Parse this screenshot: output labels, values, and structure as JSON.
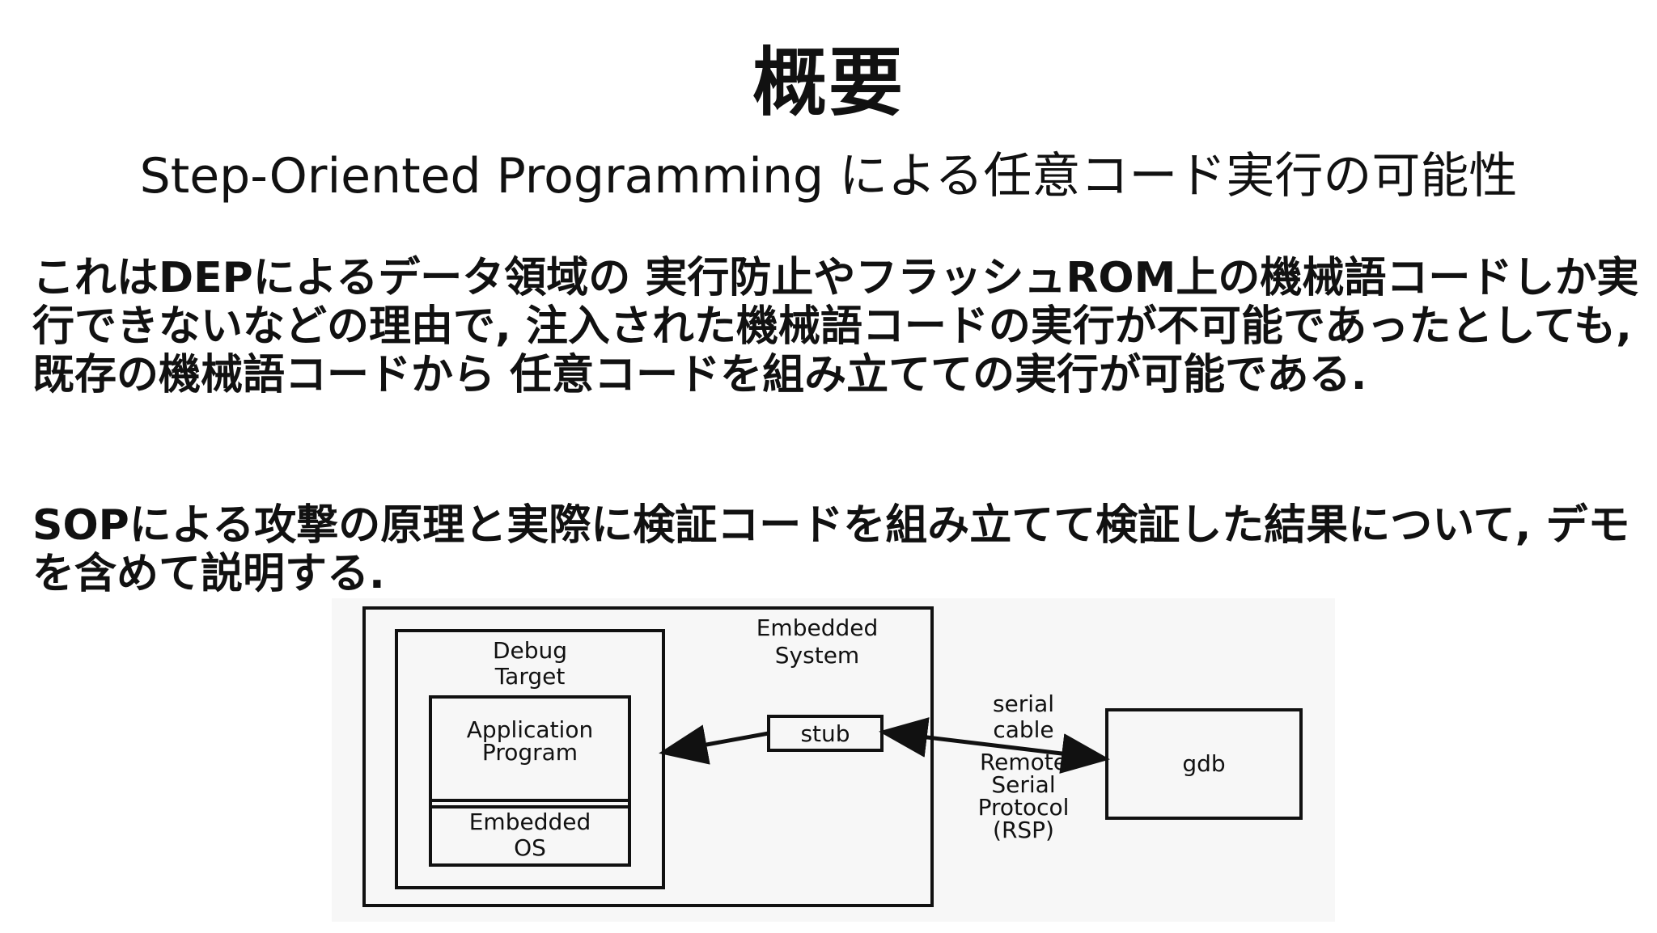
{
  "slide": {
    "title": "概要",
    "subtitle": "Step-Oriented Programming による任意コード実行の可能性",
    "paragraphs": [
      "これはDEPによるデータ領域の 実行防止やフラッシュROM上の機械語コードしか実行できないなどの理由で, 注入された機械語コードの実行が不可能であったとしても, 既存の機械語コードから 任意コードを組み立てての実行が可能である.",
      "SOPによる攻撃の原理と実際に検証コードを組み立てて検証した結果について, デモを含めて説明する."
    ]
  },
  "diagram": {
    "embedded_system": [
      "Embedded",
      "System"
    ],
    "debug_target": [
      "Debug",
      "Target"
    ],
    "application_program": [
      "Application",
      "Program"
    ],
    "embedded_os": [
      "Embedded",
      "OS"
    ],
    "stub": "stub",
    "serial_cable": [
      "serial",
      "cable"
    ],
    "rsp": [
      "Remote",
      "Serial",
      "Protocol",
      "(RSP)"
    ],
    "gdb": "gdb"
  }
}
